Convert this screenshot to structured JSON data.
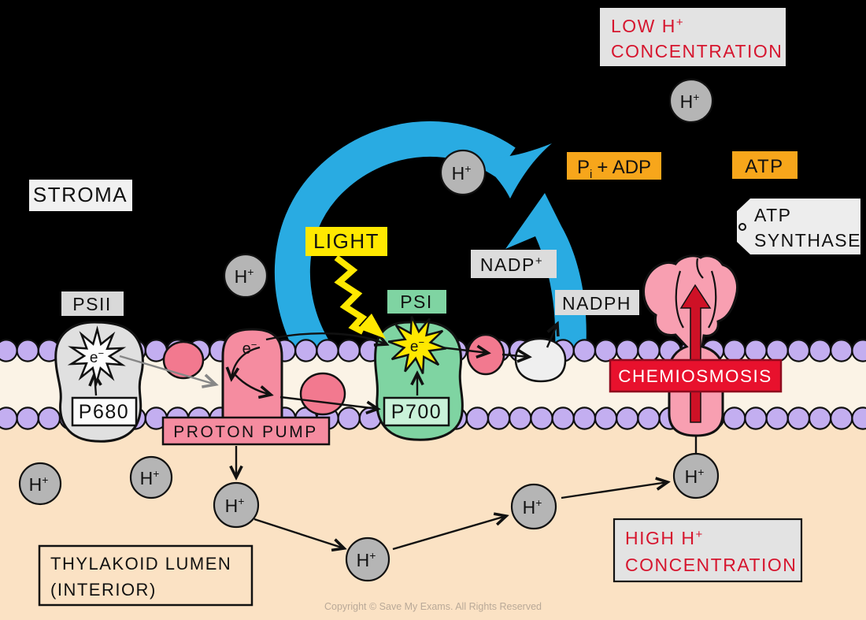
{
  "diagram": {
    "regions": {
      "stroma": "STROMA",
      "lumen_line1": "THYLAKOID LUMEN",
      "lumen_line2": "(INTERIOR)"
    },
    "photosystem2": {
      "label": "PSII",
      "pigment": "P680"
    },
    "photosystem1": {
      "label": "PSI",
      "pigment": "P700"
    },
    "proton_pump": {
      "label": "PROTON PUMP"
    },
    "atp_synthase": {
      "line1": "ATP",
      "line2": "SYNTHASE"
    },
    "light": {
      "label": "LIGHT"
    },
    "chemiosmosis": {
      "label": "CHEMIOSMOSIS"
    },
    "molecules": {
      "nadp": "NADP",
      "nadp_charge": "+",
      "nadph": "NADPH",
      "pi": "P",
      "pi_sub": "i",
      "plus_adp": "+ ADP",
      "atp": "ATP"
    },
    "ion": {
      "symbol": "H",
      "charge": "+"
    },
    "electron": {
      "symbol": "e",
      "charge": "−"
    },
    "gradient": {
      "low_line1": "LOW H",
      "low_charge": "+",
      "low_line2": "CONCENTRATION",
      "high_line1": "HIGH H",
      "high_charge": "+",
      "high_line2": "CONCENTRATION"
    },
    "footer": "Copyright © Save My Exams. All Rights Reserved"
  },
  "colors": {
    "background": "#000000",
    "lumen": "#FBE2C4",
    "membrane_band": "#FBF3E6",
    "membrane_head": "#C3AEF0",
    "cycle_blue": "#29ABE2",
    "psii_gray": "#E0E0E0",
    "psi_green": "#7FD4A2",
    "pump_pink": "#F58CA0",
    "synthase_pink": "#F89FB1",
    "carrier_pink": "#F2798F",
    "carrier_gray": "#EFEFEF",
    "ion_gray": "#B5B5B5",
    "light_yellow": "#FFE800",
    "nucleotide_orange": "#F7A61B",
    "label_gray": "#E3E3E3",
    "label_light": "#F1F1F1",
    "p700_box_green": "#C9F2D9",
    "chemiosmosis_red": "#E8112D",
    "warning_text_red": "#D6152E",
    "flow_arrow_red": "#CE1126"
  }
}
